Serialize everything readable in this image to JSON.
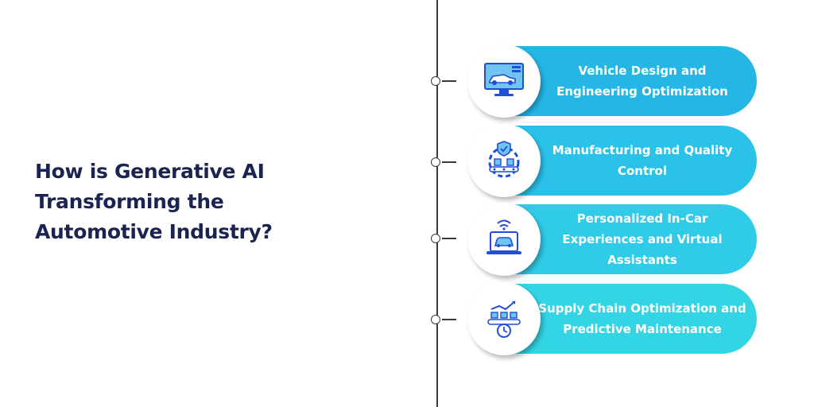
{
  "title": "How is Generative AI Transforming the Automotive Industry?",
  "colors": {
    "title": "#1b2450",
    "pill_1": "#25b6e6",
    "pill_2": "#2bc2ea",
    "pill_3": "#30cbe8",
    "pill_4": "#33d4e4",
    "icon_blue": "#1e4fd6",
    "icon_light": "#6fc4f2"
  },
  "items": [
    {
      "label": "Vehicle Design and Engineering Optimization",
      "icon": "computer-car-design-icon"
    },
    {
      "label": "Manufacturing and Quality Control",
      "icon": "gear-quality-check-icon"
    },
    {
      "label": "Personalized In-Car Experiences and Virtual Assistants",
      "icon": "connected-car-laptop-icon"
    },
    {
      "label": "Supply Chain Optimization and Predictive Maintenance",
      "icon": "supply-chain-growth-icon"
    }
  ]
}
